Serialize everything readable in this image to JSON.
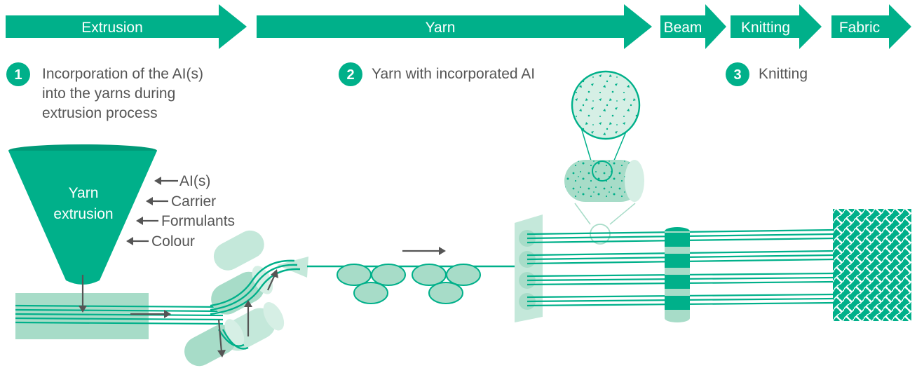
{
  "colors": {
    "primary": "#00b08a",
    "light": "#a7dcc8",
    "pale": "#d6efe5",
    "dark": "#009a78",
    "text": "#555555",
    "arrow": "#555555"
  },
  "stages": [
    "Extrusion",
    "Yarn",
    "Beam",
    "Knitting",
    "Fabric"
  ],
  "steps": [
    {
      "number": "1",
      "lines": [
        "Incorporation of the AI(s)",
        "into the yarns during",
        "extrusion process"
      ]
    },
    {
      "number": "2",
      "lines": [
        "Yarn with incorporated AI"
      ]
    },
    {
      "number": "3",
      "lines": [
        "Knitting"
      ]
    }
  ],
  "funnel": {
    "line1": "Yarn",
    "line2": "extrusion"
  },
  "inputs": [
    "AI(s)",
    "Carrier",
    "Formulants",
    "Colour"
  ]
}
